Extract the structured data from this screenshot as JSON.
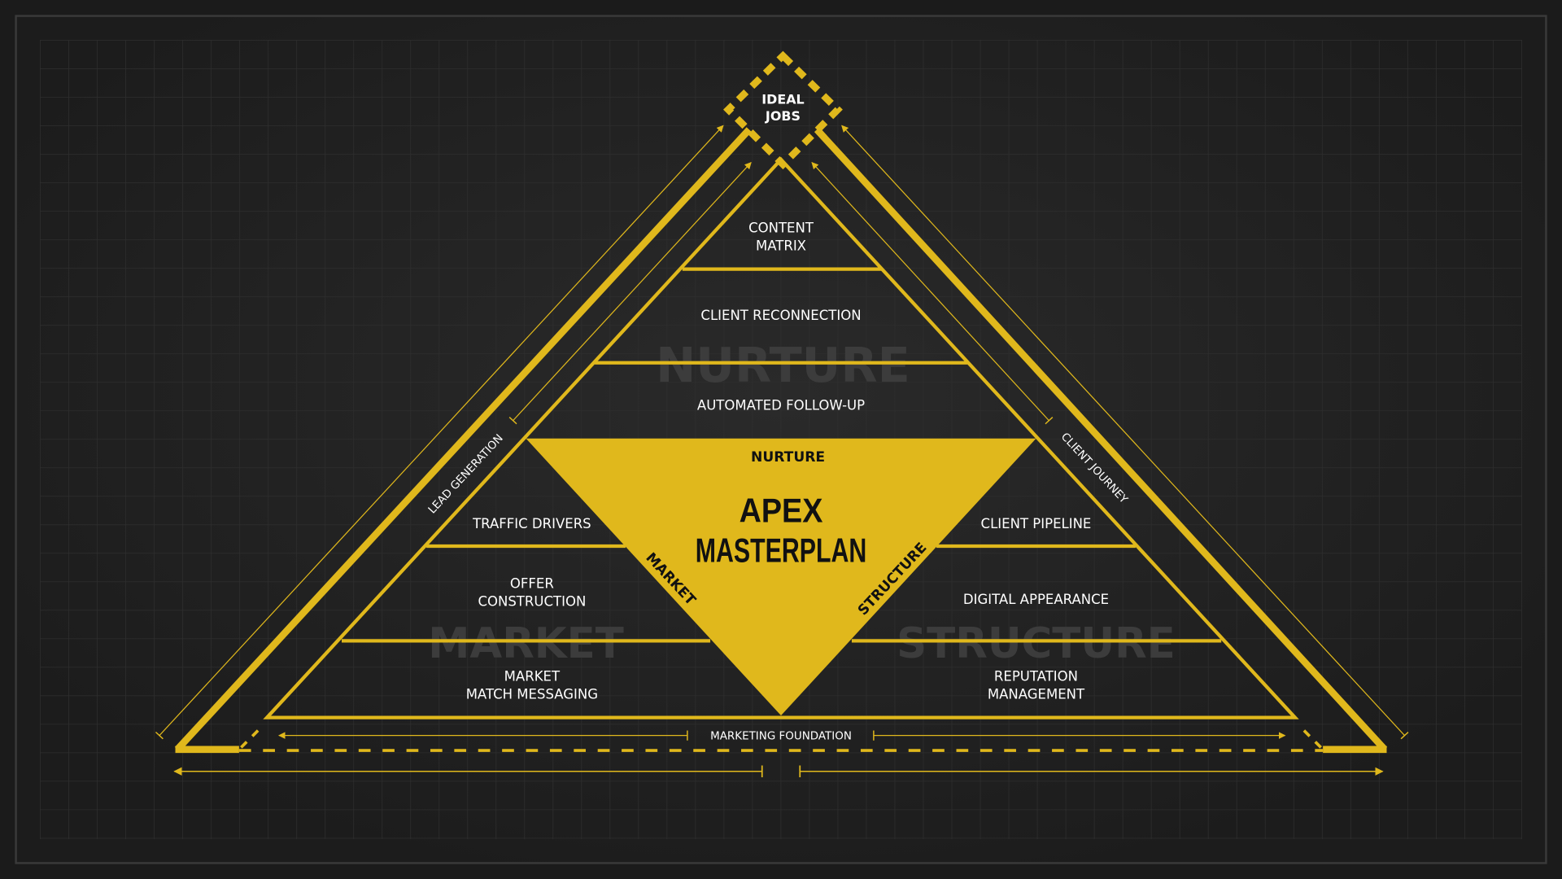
{
  "colors": {
    "accent": "#e0b81c",
    "background": "#1f1f1f",
    "grid": "#2e2e2e"
  },
  "apex": {
    "label_line1": "IDEAL",
    "label_line2": "JOBS"
  },
  "center": {
    "title_line1": "APEX",
    "title_line2": "MASTERPLAN",
    "top": "NURTURE",
    "left": "MARKET",
    "right": "STRUCTURE"
  },
  "watermarks": {
    "nurture": "NURTURE",
    "market": "MARKET",
    "structure": "STRUCTURE"
  },
  "nurture_layers": [
    {
      "line1": "CONTENT",
      "line2": "MATRIX"
    },
    {
      "line1": "CLIENT RECONNECTION"
    },
    {
      "line1": "AUTOMATED FOLLOW-UP"
    }
  ],
  "market_layers": [
    {
      "line1": "TRAFFIC DRIVERS"
    },
    {
      "line1": "OFFER",
      "line2": "CONSTRUCTION"
    },
    {
      "line1": "MARKET",
      "line2": "MATCH MESSAGING"
    }
  ],
  "structure_layers": [
    {
      "line1": "CLIENT PIPELINE"
    },
    {
      "line1": "DIGITAL APPEARANCE"
    },
    {
      "line1": "REPUTATION",
      "line2": "MANAGEMENT"
    }
  ],
  "side_labels": {
    "left": "LEAD GENERATION",
    "right": "CLIENT JOURNEY",
    "bottom": "MARKETING FOUNDATION"
  }
}
